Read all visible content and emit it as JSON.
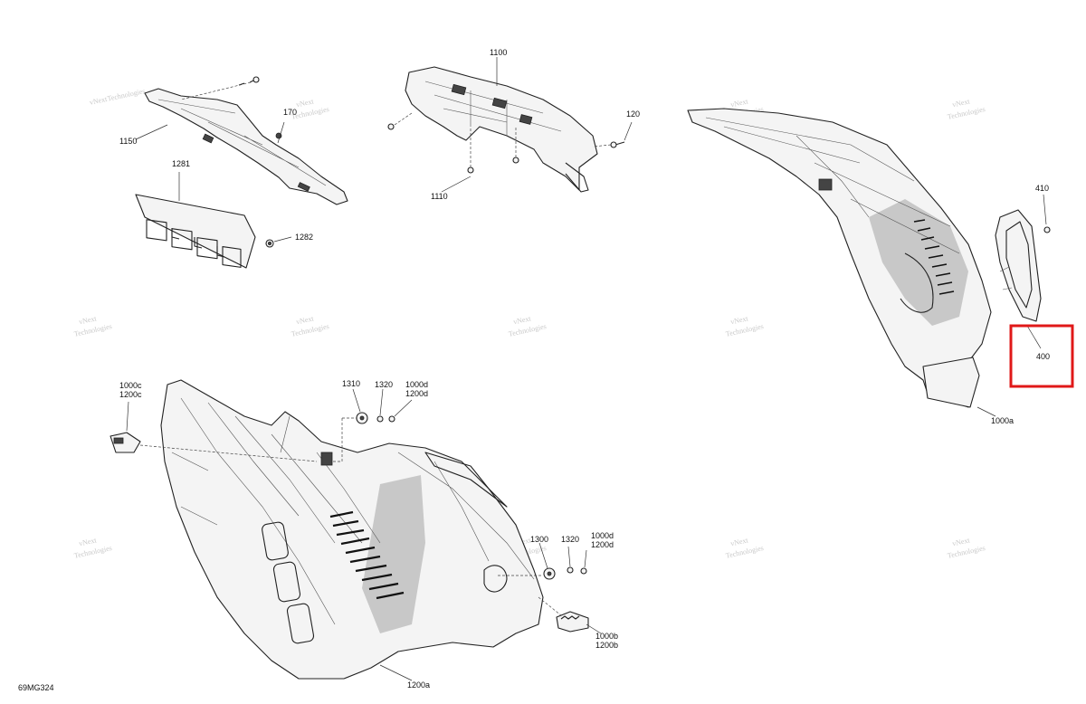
{
  "diagram_code": "69MG324",
  "watermark": {
    "line1": "vNext",
    "line2": "Technologies"
  },
  "callouts": {
    "p1100": "1100",
    "p170": "170",
    "p120": "120",
    "p1150": "1150",
    "p1110": "1110",
    "p1281": "1281",
    "p1282": "1282",
    "p410": "410",
    "p400": "400",
    "p1000a": "1000a",
    "p1000c": "1000c",
    "p1200c": "1200c",
    "p1310": "1310",
    "p1320_top": "1320",
    "p1000d_top": "1000d",
    "p1200d_top": "1200d",
    "p1300": "1300",
    "p1320_mid": "1320",
    "p1000d_mid": "1000d",
    "p1200d_mid": "1200d",
    "p1000b": "1000b",
    "p1200b": "1200b",
    "p1200a": "1200a"
  },
  "highlight": {
    "target": "400",
    "color": "#e01818"
  }
}
